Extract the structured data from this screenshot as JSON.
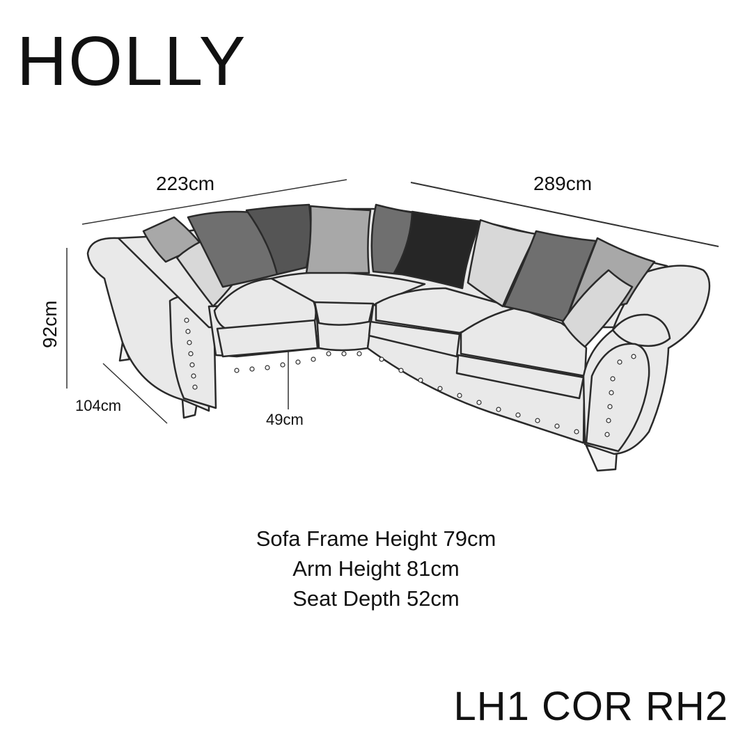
{
  "title": "HOLLY",
  "dimensions": {
    "width_left": "223cm",
    "width_right": "289cm",
    "height": "92cm",
    "depth": "104cm",
    "seat_height": "49cm"
  },
  "specs": [
    "Sofa Frame Height 79cm",
    "Arm Height 81cm",
    "Seat Depth 52cm"
  ],
  "configuration_code": "LH1 COR RH2",
  "colors": {
    "line": "#2a2a2a",
    "fabric": "#e9e9e9",
    "cushion_light": "#d8d8d8",
    "cushion_mid": "#a8a8a8",
    "cushion_dark": "#6f6f6f",
    "cushion_darker": "#555555",
    "cushion_black": "#262626"
  }
}
